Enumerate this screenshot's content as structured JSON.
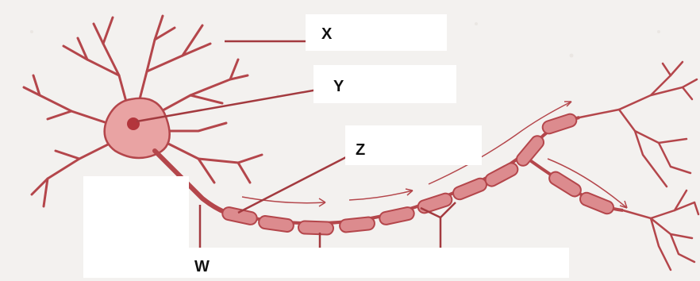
{
  "labels": {
    "x": "X",
    "y": "Y",
    "z": "Z",
    "w": "W"
  },
  "colors": {
    "background": "#f3f1ef",
    "neuron_fill": "#e9a3a3",
    "neuron_stroke": "#b4464b",
    "myelin_fill": "#dc8b8e",
    "leader_line": "#a33a3f",
    "nucleus": "#b3353c",
    "label_box": "#ffffff"
  }
}
